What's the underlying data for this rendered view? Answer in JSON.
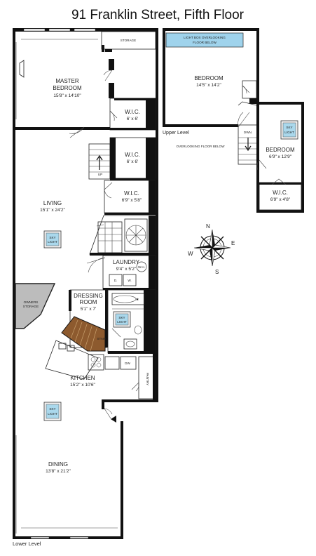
{
  "title": "91 Franklin Street, Fifth Floor",
  "levels": {
    "lower": "Lower Level",
    "upper": "Upper Level"
  },
  "rooms": {
    "master_bedroom": {
      "name1": "MASTER",
      "name2": "BEDROOM",
      "dims": "15'8\" x 14'10\""
    },
    "storage_top": {
      "name": "STORAGE"
    },
    "wic1": {
      "name": "W.I.C.",
      "dims": "6' x 6'"
    },
    "wic2": {
      "name": "W.I.C.",
      "dims": "6' x 6'"
    },
    "wic3": {
      "name": "W.I.C.",
      "dims": "6'9\" x 5'8\""
    },
    "living": {
      "name": "LIVING",
      "dims": "15'1\" x 24'2\""
    },
    "laundry": {
      "name": "LAUNDRY",
      "dims": "9'4\" x 5'2\""
    },
    "owners_storage": {
      "name1": "OWNERS",
      "name2": "STORAGE"
    },
    "dressing": {
      "name1": "DRESSING",
      "name2": "ROOM",
      "dims": "5'1\" x 7'"
    },
    "kitchen": {
      "name": "KITCHEN",
      "dims": "15'2\" x 10'6\""
    },
    "dining": {
      "name": "DINING",
      "dims": "13'8\" x 21'2\""
    },
    "upper_bedroom1": {
      "name": "BEDROOM",
      "dims": "14'5\" x 14'2\""
    },
    "upper_bedroom2": {
      "name": "BEDROOM",
      "dims": "6'9\" x 12'9\""
    },
    "upper_wic": {
      "name": "W.I.C.",
      "dims": "6'9\" x 4'8\""
    }
  },
  "labels": {
    "up": "UP",
    "down": "DWN.",
    "wh": "W.H.",
    "dryer": "D.",
    "washer": "W.",
    "dw": "DW",
    "pantry": "PANTRY",
    "stair": "STAIR",
    "skylight1": "SKY",
    "skylight2": "LIGHT",
    "lightbox1": "LIGHT BOX OVERLOOKING",
    "lightbox2": "FLOOR BELOW",
    "overlooking": "OVERLOOKING FLOOR BELOW"
  },
  "compass": {
    "n": "N",
    "s": "S",
    "e": "E",
    "w": "W"
  }
}
